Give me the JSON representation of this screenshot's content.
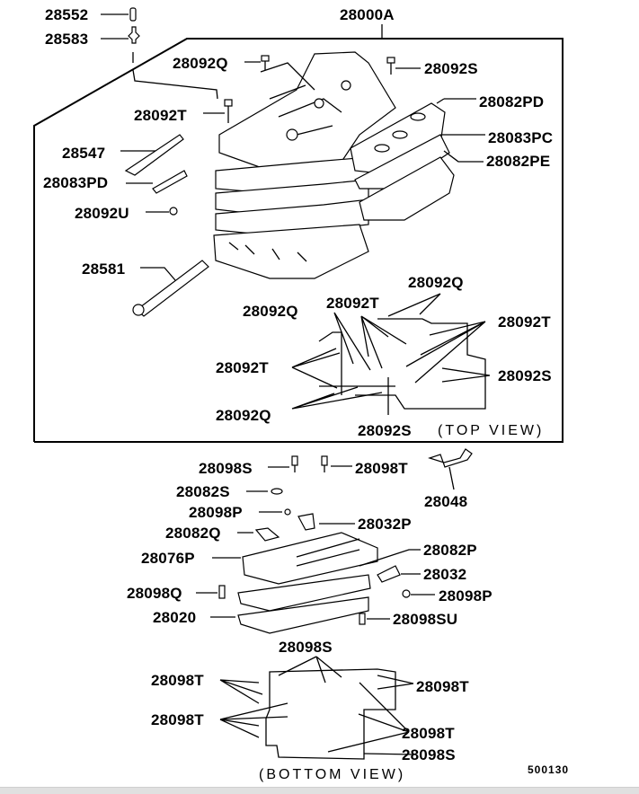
{
  "diagram": {
    "title": "Automatic Transmission Valve Body Assembly",
    "figure_code": "500130",
    "assembly_label": "28000A",
    "captions": {
      "top_view": "(TOP  VIEW)",
      "bottom_view": "(BOTTOM  VIEW)"
    },
    "upper_labels": {
      "l28552": "28552",
      "l28583": "28583",
      "l28092Q_a": "28092Q",
      "l28092S_a": "28092S",
      "l28092T_a": "28092T",
      "l28082PD": "28082PD",
      "l28083PC": "28083PC",
      "l28082PE": "28082PE",
      "l28547": "28547",
      "l28083PD": "28083PD",
      "l28092U": "28092U",
      "l28581": "28581"
    },
    "top_view_labels": {
      "q_top": "28092Q",
      "q_left": "28092Q",
      "t_center": "28092T",
      "t_right": "28092T",
      "t_left": "28092T",
      "s_right": "28092S",
      "q_bottom": "28092Q",
      "s_bottom": "28092S"
    },
    "lower_labels": {
      "l28098S": "28098S",
      "l28098T": "28098T",
      "l28048": "28048",
      "l28082S": "28082S",
      "l28098P_a": "28098P",
      "l28032P": "28032P",
      "l28082Q": "28082Q",
      "l28076P": "28076P",
      "l28082P": "28082P",
      "l28032": "28032",
      "l28098Q": "28098Q",
      "l28098P_b": "28098P",
      "l28020": "28020",
      "l28098SU": "28098SU"
    },
    "bottom_view_labels": {
      "s_top": "28098S",
      "t_left_upper": "28098T",
      "t_right_upper": "28098T",
      "t_left_lower": "28098T",
      "t_right_lower": "28098T",
      "s_bottom": "28098S"
    }
  }
}
